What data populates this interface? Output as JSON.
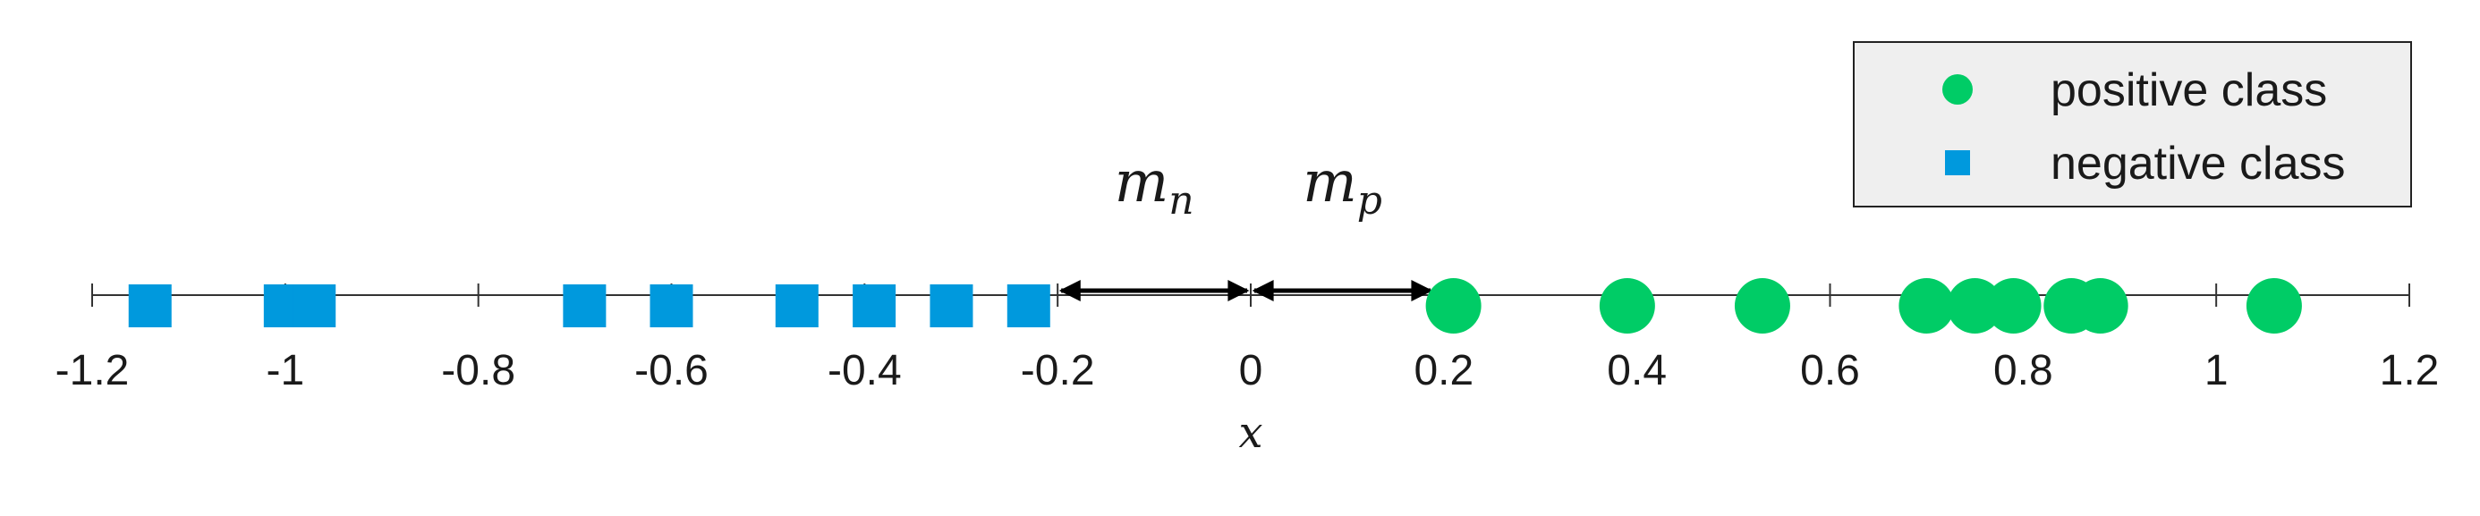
{
  "chart_data": {
    "type": "scatter",
    "xlabel": "x",
    "xlim": [
      -1.2,
      1.2
    ],
    "xticks": [
      -1.2,
      -1,
      -0.8,
      -0.6,
      -0.4,
      -0.2,
      0,
      0.2,
      0.4,
      0.6,
      0.8,
      1,
      1.2
    ],
    "xtick_labels": [
      "-1.2",
      "-1",
      "-0.8",
      "-0.6",
      "-0.4",
      "-0.2",
      "0",
      "0.2",
      "0.4",
      "0.6",
      "0.8",
      "1",
      "1.2"
    ],
    "grid": false,
    "legend_position": "top-right",
    "series": [
      {
        "name": "positive class",
        "marker": "circle",
        "color": "#00cc66",
        "x": [
          0.21,
          0.39,
          0.53,
          0.7,
          0.75,
          0.79,
          0.85,
          0.88,
          1.06
        ]
      },
      {
        "name": "negative class",
        "marker": "square",
        "color": "#0099dd",
        "x": [
          -1.14,
          -1.0,
          -0.97,
          -0.69,
          -0.6,
          -0.47,
          -0.39,
          -0.31,
          -0.23
        ]
      }
    ],
    "annotations": [
      {
        "label": "m",
        "subscript": "n",
        "from": -0.2,
        "to": 0
      },
      {
        "label": "m",
        "subscript": "p",
        "from": 0,
        "to": 0.19
      }
    ]
  }
}
